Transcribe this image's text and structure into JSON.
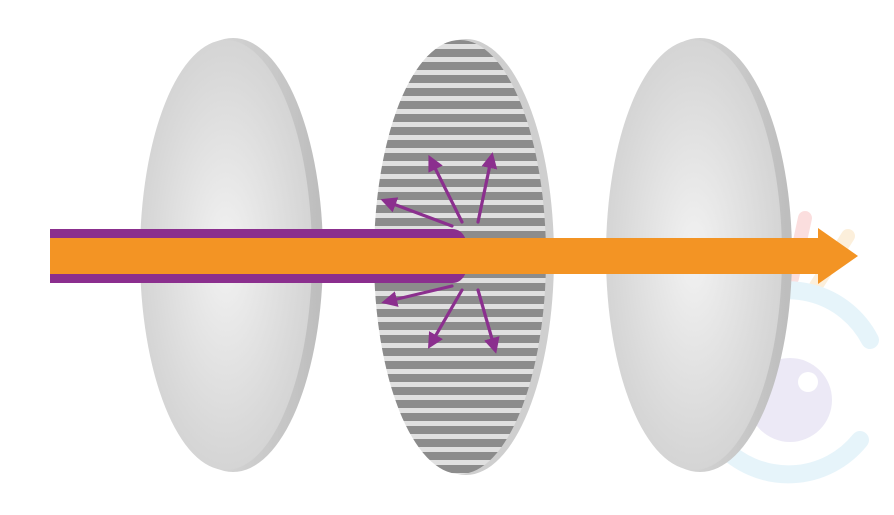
{
  "diagram": {
    "description_free": true,
    "colors": {
      "background": "#ffffff",
      "lens_fill": "#d9d9d9",
      "lens_edge": "#c9c9c9",
      "lens_highlight": "#f1f1f1",
      "filter_stripe_dark": "#8c8c8c",
      "filter_stripe_light": "#e0e0e0",
      "beam_orange": "#f39424",
      "beam_purple": "#8b2f8e",
      "watermark_colors": [
        "#f4a3a3",
        "#f7d39a",
        "#b9e0f2",
        "#b9e6c9",
        "#c9c3e6",
        "#e8c7e3"
      ]
    },
    "icons": {
      "scatter_arrow": "purple-arrow",
      "beam_arrowhead": "orange-arrowhead",
      "watermark": "eye-rainbow-logo"
    }
  }
}
